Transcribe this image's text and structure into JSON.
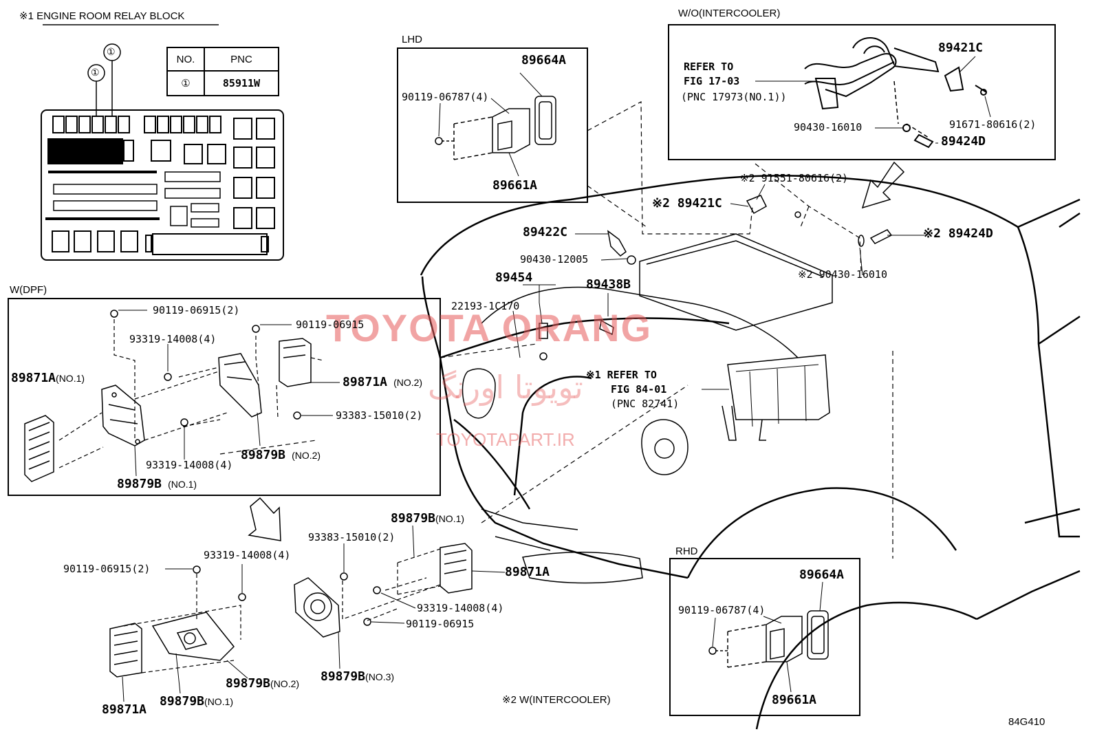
{
  "relay_block": {
    "title": "※1 ENGINE ROOM RELAY BLOCK",
    "table": {
      "col_no": "NO.",
      "col_pnc": "PNC",
      "row_no": "①",
      "row_pnc": "85911W"
    },
    "callout_1": "①",
    "callout_2": "①"
  },
  "lhd": {
    "title": "LHD",
    "parts": [
      "89664A",
      "90119-06787(4)",
      "89661A"
    ]
  },
  "wo_intercooler": {
    "title": "W/O(INTERCOOLER)",
    "refer": [
      "REFER TO",
      "FIG 17-03",
      "(PNC 17973(NO.1))"
    ],
    "parts": [
      "89421C",
      "90430-16010",
      "91671-80616(2)",
      "89424D"
    ]
  },
  "main_labels": {
    "n91551": "※2 91551-80616(2)",
    "n89421c": "※2 89421C",
    "n89422c": "89422C",
    "n90430_12005": "90430-12005",
    "n89424d": "※2 89424D",
    "n90430_16010": "※2 90430-16010",
    "n89454": "89454",
    "n22193": "22193-1C170",
    "n89438b": "89438B",
    "refer_84": [
      "※1 REFER TO",
      "FIG 84-01",
      "(PNC 82741)"
    ],
    "intercooler_note": "※2  W(INTERCOOLER)",
    "fig_code": "84G410"
  },
  "dpf": {
    "title": "W(DPF)",
    "n90119_06915_2": "90119-06915(2)",
    "n90119_06915": "90119-06915",
    "n93319_a": "93319-14008(4)",
    "n89871a_no1": "89871A",
    "n89871a_no1_suffix": "(NO.1)",
    "n89871a_no2": "89871A",
    "n89871a_no2_suffix": "(NO.2)",
    "n93383": "93383-15010(2)",
    "n93319_b": "93319-14008(4)",
    "n89879b_no2": "89879B",
    "n89879b_no2_suffix": "(NO.2)",
    "n89879b_no1": "89879B",
    "n89879b_no1_suffix": "(NO.1)"
  },
  "lower": {
    "n89879b_no1_top": "89879B",
    "n89879b_no1_top_suffix": "(NO.1)",
    "n93383": "93383-15010(2)",
    "n93319_left": "93319-14008(4)",
    "n90119_06915_2": "90119-06915(2)",
    "n89871a_right": "89871A",
    "n93319_right": "93319-14008(4)",
    "n90119_06915": "90119-06915",
    "n89879b_no2": "89879B",
    "n89879b_no2_suffix": "(NO.2)",
    "n89879b_no3": "89879B",
    "n89879b_no3_suffix": "(NO.3)",
    "n89879b_no1": "89879B",
    "n89879b_no1_suffix": "(NO.1)",
    "n89871a_bottom": "89871A"
  },
  "rhd": {
    "title": "RHD",
    "parts": [
      "89664A",
      "90119-06787(4)",
      "89661A"
    ]
  },
  "watermark": {
    "title": "TOYOTA ORANG",
    "arabic": "تویوتا اورنگ",
    "url": "TOYOTAPART.IR"
  }
}
